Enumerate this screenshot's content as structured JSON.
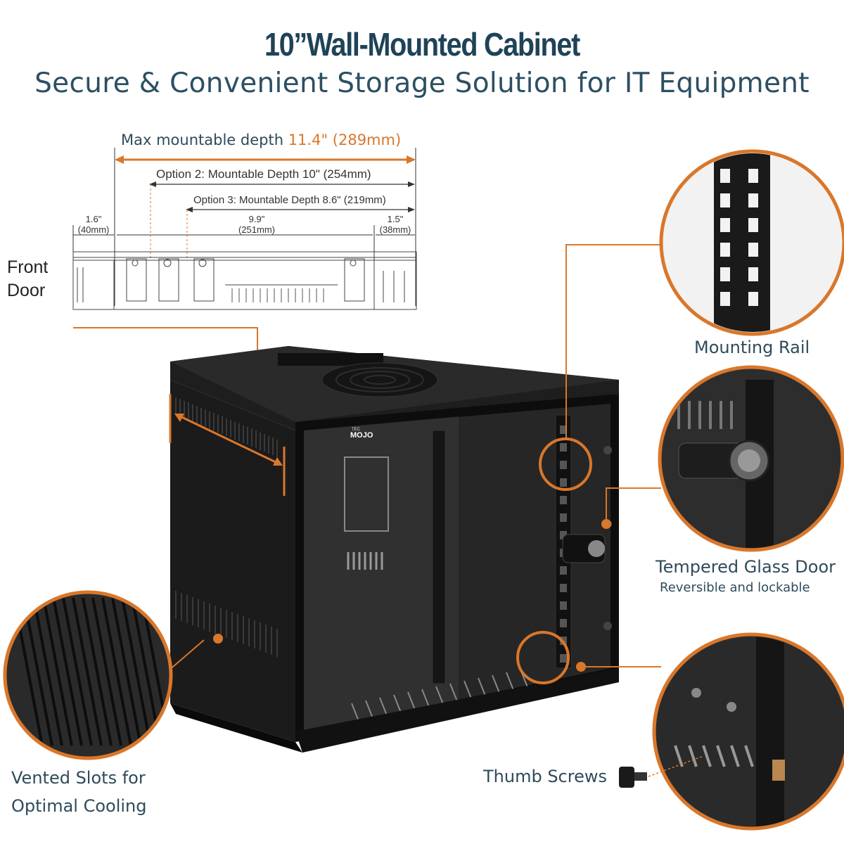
{
  "header": {
    "title": "10”Wall-Mounted Cabinet",
    "subtitle": "Secure & Convenient Storage Solution for IT Equipment"
  },
  "diagram": {
    "max_depth_label": "Max mountable depth",
    "max_depth_value": "11.4\" (289mm)",
    "option2": "Option 2: Mountable Depth 10\" (254mm)",
    "option3": "Option 3: Mountable Depth 8.6\" (219mm)",
    "dim_left_in": "1.6\"",
    "dim_left_mm": "(40mm)",
    "dim_mid_in": "9.9\"",
    "dim_mid_mm": "(251mm)",
    "dim_right_in": "1.5\"",
    "dim_right_mm": "(38mm)",
    "front_door_line1": "Front",
    "front_door_line2": "Door"
  },
  "product": {
    "brand": "MOJO",
    "brand_prefix": "TEC"
  },
  "callouts": {
    "mounting_rail": "Mounting Rail",
    "glass_door": "Tempered Glass Door",
    "glass_door_sub": "Reversible and lockable",
    "vented_line1": "Vented Slots for",
    "vented_line2": "Optimal Cooling",
    "thumb_screws": "Thumb Screws"
  },
  "colors": {
    "accent": "#d9772b",
    "title": "#1f4358",
    "text": "#2f4b5b",
    "cabinet": "#1a1a1a"
  }
}
